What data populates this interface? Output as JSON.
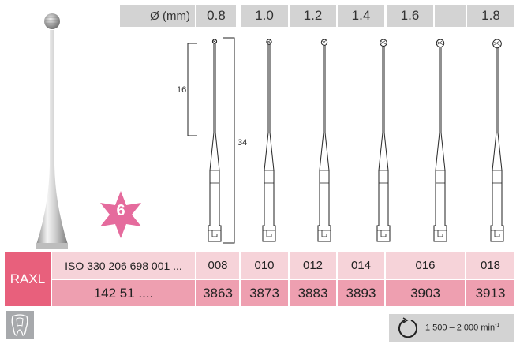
{
  "header": {
    "diameter_label": "Ø (mm)",
    "diameters": [
      "0.8",
      "1.0",
      "1.2",
      "1.4",
      "1.6",
      "1.8"
    ]
  },
  "drawing": {
    "dim_head_length": "16",
    "dim_total_length": "34"
  },
  "badge": {
    "number": "6",
    "color": "#e56b9d"
  },
  "product": {
    "code": "RAXL"
  },
  "table": {
    "iso_label": "ISO 330 206 698 001 ...",
    "order_prefix": "142 51 ....",
    "iso_suffixes": [
      "008",
      "010",
      "012",
      "014",
      "016",
      "018"
    ],
    "order_numbers": [
      "3863",
      "3873",
      "3883",
      "3893",
      "3903",
      "3913"
    ]
  },
  "speed": {
    "range": "1 500 – 2 000 min",
    "exponent": "-1"
  },
  "colors": {
    "accent": "#e8607c",
    "row_light": "#f6d3d9",
    "row_dark": "#ee9fb0",
    "header_gray": "#d3d3d3",
    "icon_gray": "#a7a9ac"
  }
}
